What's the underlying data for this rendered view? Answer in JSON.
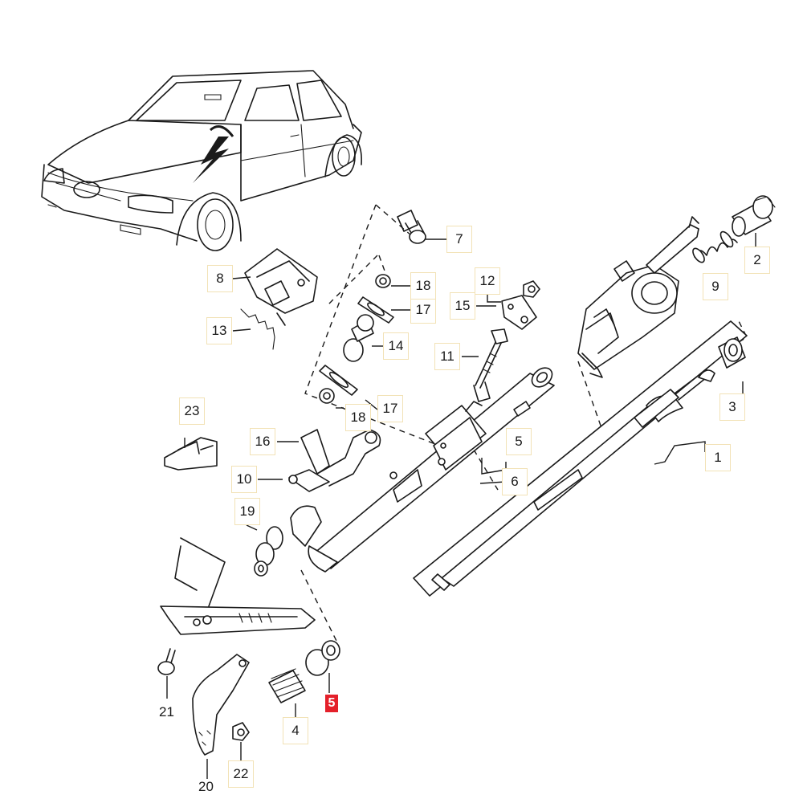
{
  "callouts": {
    "c1": "1",
    "c2": "2",
    "c3": "3",
    "c4": "4",
    "c5a": "5",
    "c5b": "5",
    "c6": "6",
    "c7": "7",
    "c8": "8",
    "c9": "9",
    "c10": "10",
    "c11": "11",
    "c12": "12",
    "c13": "13",
    "c14": "14",
    "c15": "15",
    "c16": "16",
    "c17a": "17",
    "c17b": "17",
    "c18a": "18",
    "c18b": "18",
    "c19": "19",
    "c20": "20",
    "c21": "21",
    "c22": "22",
    "c23": "23"
  },
  "highlight": {
    "callout": "5",
    "color": "#e4202a"
  },
  "colors": {
    "line": "#1a1a1a",
    "label_border": "#f2e2b6",
    "background": "#ffffff"
  }
}
